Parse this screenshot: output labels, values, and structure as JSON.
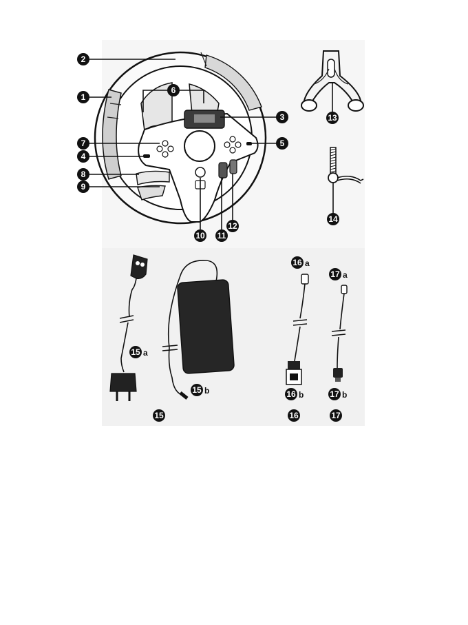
{
  "callouts": {
    "c1": "1",
    "c2": "2",
    "c3": "3",
    "c4": "4",
    "c5": "5",
    "c6": "6",
    "c7": "7",
    "c8": "8",
    "c9": "9",
    "c10": "10",
    "c11": "11",
    "c12": "12",
    "c13": "13",
    "c14": "14",
    "c15": "15",
    "c15a": "15",
    "c15b": "15",
    "c16": "16",
    "c16a": "16",
    "c16b": "16",
    "c17": "17",
    "c17a": "17",
    "c17b": "17"
  },
  "suffixes": {
    "a": "a",
    "b": "b"
  },
  "icons": [
    "racing-wheel-illustration",
    "pedal-stand-clamp-illustration",
    "fixing-screw-illustration",
    "mains-power-cable-illustration",
    "power-adapter-illustration",
    "usb-cable-illustration",
    "usb-c-cable-illustration"
  ]
}
